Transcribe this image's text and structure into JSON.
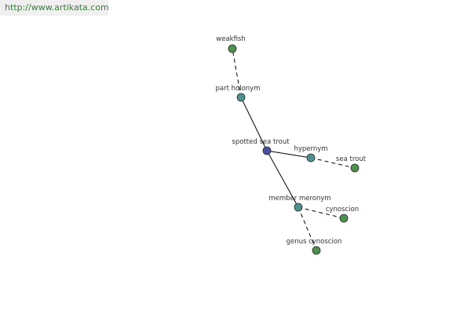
{
  "watermark": {
    "text": "http://www.artikata.com"
  },
  "graph": {
    "colors": {
      "center": "#4b4fa0",
      "relation": "#4f9090",
      "leaf": "#4f8f4f",
      "node_stroke": "#2a2a2a",
      "edge": "#000000"
    },
    "nodes": [
      {
        "id": "weakfish",
        "label": "weakfish",
        "kind": "leaf"
      },
      {
        "id": "part-holonym",
        "label": "part holonym",
        "kind": "relation"
      },
      {
        "id": "spotted-sea-trout",
        "label": "spotted sea trout",
        "kind": "center"
      },
      {
        "id": "hypernym",
        "label": "hypernym",
        "kind": "relation"
      },
      {
        "id": "sea-trout",
        "label": "sea trout",
        "kind": "leaf"
      },
      {
        "id": "member-meronym",
        "label": "member meronym",
        "kind": "relation"
      },
      {
        "id": "cynoscion",
        "label": "cynoscion",
        "kind": "leaf"
      },
      {
        "id": "genus-cynoscion",
        "label": "genus cynoscion",
        "kind": "leaf"
      }
    ],
    "edges": [
      {
        "from": "part-holonym",
        "to": "weakfish",
        "style": "dashed"
      },
      {
        "from": "spotted-sea-trout",
        "to": "part-holonym",
        "style": "solid"
      },
      {
        "from": "spotted-sea-trout",
        "to": "hypernym",
        "style": "solid"
      },
      {
        "from": "hypernym",
        "to": "sea-trout",
        "style": "dashed"
      },
      {
        "from": "spotted-sea-trout",
        "to": "member-meronym",
        "style": "solid"
      },
      {
        "from": "member-meronym",
        "to": "cynoscion",
        "style": "dashed"
      },
      {
        "from": "member-meronym",
        "to": "genus-cynoscion",
        "style": "dashed"
      }
    ]
  }
}
